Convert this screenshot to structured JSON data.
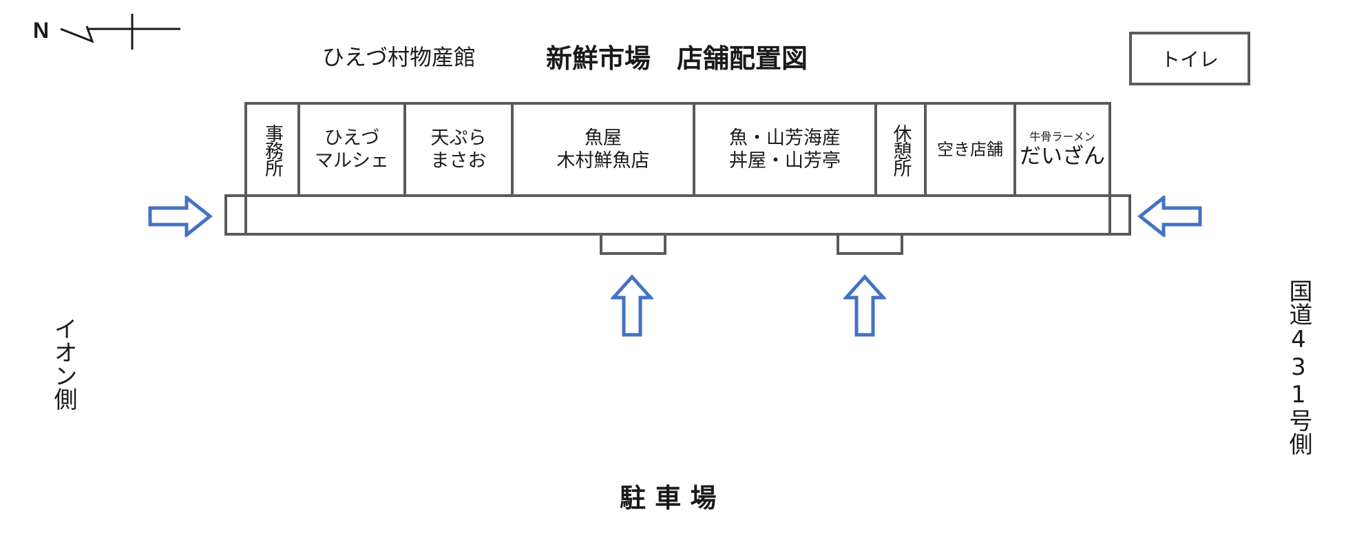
{
  "compass": {
    "north": "N"
  },
  "header": {
    "museum": "ひえづ村物産館",
    "title": "新鮮市場　店舗配置図"
  },
  "toilet": "トイレ",
  "stores": {
    "office": "事務所",
    "marche_line1": "ひえづ",
    "marche_line2": "マルシェ",
    "tempura_line1": "天ぷら",
    "tempura_line2": "まさお",
    "fish_line1": "魚屋",
    "fish_line2": "木村鮮魚店",
    "yamayoshi_line1": "魚・山芳海産",
    "yamayoshi_line2": "丼屋・山芳亭",
    "rest": "休憩所",
    "vacant": "空き店舗",
    "ramen_small": "牛骨ラーメン",
    "ramen_name": "だいざん"
  },
  "sides": {
    "left": "イオン側",
    "right": "国道431号側",
    "bottom": "駐 車 場"
  },
  "colors": {
    "arrow": "#4472c4",
    "wall": "#5a5a5a"
  }
}
